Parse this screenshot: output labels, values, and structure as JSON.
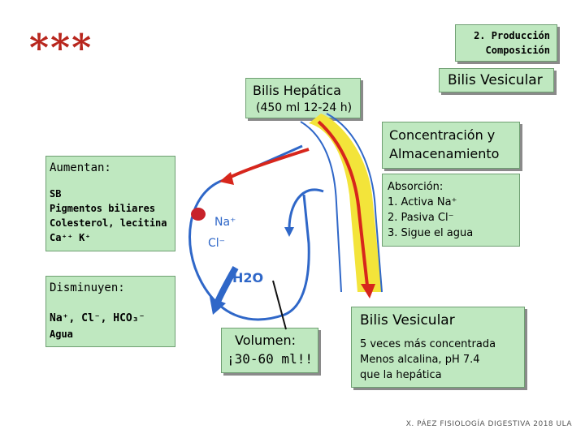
{
  "stars": "***",
  "production": {
    "line1": "2. Producción",
    "line2": "Composición"
  },
  "bilis_vesicular_top": "Bilis Vesicular",
  "bilis_hepatica": {
    "title": "Bilis Hepática",
    "volume": "(450 ml 12-24 h)"
  },
  "concentracion": {
    "line1": "Concentración y",
    "line2": "Almacenamiento"
  },
  "aumentan": {
    "title": "Aumentan:",
    "items": [
      "SB",
      "Pigmentos biliares",
      "Colesterol, lecitina",
      "Ca⁺⁺ K⁺"
    ]
  },
  "absorcion": {
    "title": "Absorción:",
    "items": [
      "1. Activa Na⁺",
      "2. Pasiva Cl⁻",
      "3. Sigue el agua"
    ]
  },
  "disminuyen": {
    "title": "Disminuyen:",
    "line1": "Na⁺, Cl⁻, HCO₃⁻",
    "line2": "Agua"
  },
  "volumen": {
    "line1": "Volumen:",
    "line2": "¡30-60 ml!!"
  },
  "bilis_vesicular_box": {
    "title": "Bilis Vesicular",
    "lines": [
      "5 veces más concentrada",
      "Menos alcalina, pH 7.4",
      "que la hepática"
    ]
  },
  "diagram_labels": {
    "na": "Na⁺",
    "cl": "Cl⁻",
    "h2o": "H2O"
  },
  "footer": "X. PÁEZ  FISIOLOGÍA DIGESTIVA 2018 ULA",
  "colors": {
    "box_fill": "#bfe8c0",
    "stars": "#b8261d",
    "duct_yellow": "#f3e43a",
    "arrow_red": "#d7261c",
    "arrow_blue": "#2f67c8",
    "outline_blue": "#2f67c8"
  }
}
